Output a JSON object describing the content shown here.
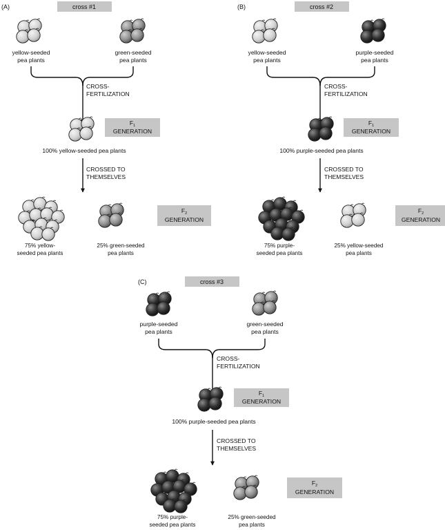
{
  "colors": {
    "yellow": "#d4d4d4",
    "green": "#8f8f8f",
    "purple": "#2e2e2e",
    "label_box": "#c6c6c6",
    "line": "#111111"
  },
  "panels": [
    {
      "id": "A",
      "letter": "(A)",
      "cross_label": "cross #1",
      "parent_left": {
        "line1": "yellow-seeded",
        "line2": "pea plants",
        "color": "yellow"
      },
      "parent_right": {
        "line1": "green-seeded",
        "line2": "pea plants",
        "color": "green"
      },
      "step1": {
        "line1": "CROSS-",
        "line2": "FERTILIZATION"
      },
      "f1": {
        "F": "F",
        "sub": "1",
        "gen": "GENERATION",
        "caption": "100% yellow-seeded pea plants",
        "color": "yellow"
      },
      "step2": {
        "line1": "CROSSED TO",
        "line2": "THEMSELVES"
      },
      "f2": {
        "F": "F",
        "sub": "2",
        "gen": "GENERATION",
        "major": {
          "line1": "75% yellow-",
          "line2": "seeded pea plants",
          "color": "yellow"
        },
        "minor": {
          "line1": "25% green-seeded",
          "line2": "pea plants",
          "color": "green"
        }
      }
    },
    {
      "id": "B",
      "letter": "(B)",
      "cross_label": "cross #2",
      "parent_left": {
        "line1": "yellow-seeded",
        "line2": "pea plants",
        "color": "yellow"
      },
      "parent_right": {
        "line1": "purple-seeded",
        "line2": "pea plants",
        "color": "purple"
      },
      "step1": {
        "line1": "CROSS-",
        "line2": "FERTILIZATION"
      },
      "f1": {
        "F": "F",
        "sub": "1",
        "gen": "GENERATION",
        "caption": "100% purple-seeded pea plants",
        "color": "purple"
      },
      "step2": {
        "line1": "CROSSED TO",
        "line2": "THEMSELVES"
      },
      "f2": {
        "F": "F",
        "sub": "2",
        "gen": "GENERATION",
        "major": {
          "line1": "75% purple-",
          "line2": "seeded pea plants",
          "color": "purple"
        },
        "minor": {
          "line1": "25% yellow-seeded",
          "line2": "pea plants",
          "color": "yellow"
        }
      }
    },
    {
      "id": "C",
      "letter": "(C)",
      "cross_label": "cross #3",
      "parent_left": {
        "line1": "purple-seeded",
        "line2": "pea plants",
        "color": "purple"
      },
      "parent_right": {
        "line1": "green-seeded",
        "line2": "pea plants",
        "color": "green"
      },
      "step1": {
        "line1": "CROSS-",
        "line2": "FERTILIZATION"
      },
      "f1": {
        "F": "F",
        "sub": "1",
        "gen": "GENERATION",
        "caption": "100% purple-seeded pea plants",
        "color": "purple"
      },
      "step2": {
        "line1": "CROSSED TO",
        "line2": "THEMSELVES"
      },
      "f2": {
        "F": "F",
        "sub": "2",
        "gen": "GENERATION",
        "major": {
          "line1": "75% purple-",
          "line2": "seeded pea plants",
          "color": "purple"
        },
        "minor": {
          "line1": "25% green-seeded",
          "line2": "pea plants",
          "color": "green"
        }
      }
    }
  ]
}
